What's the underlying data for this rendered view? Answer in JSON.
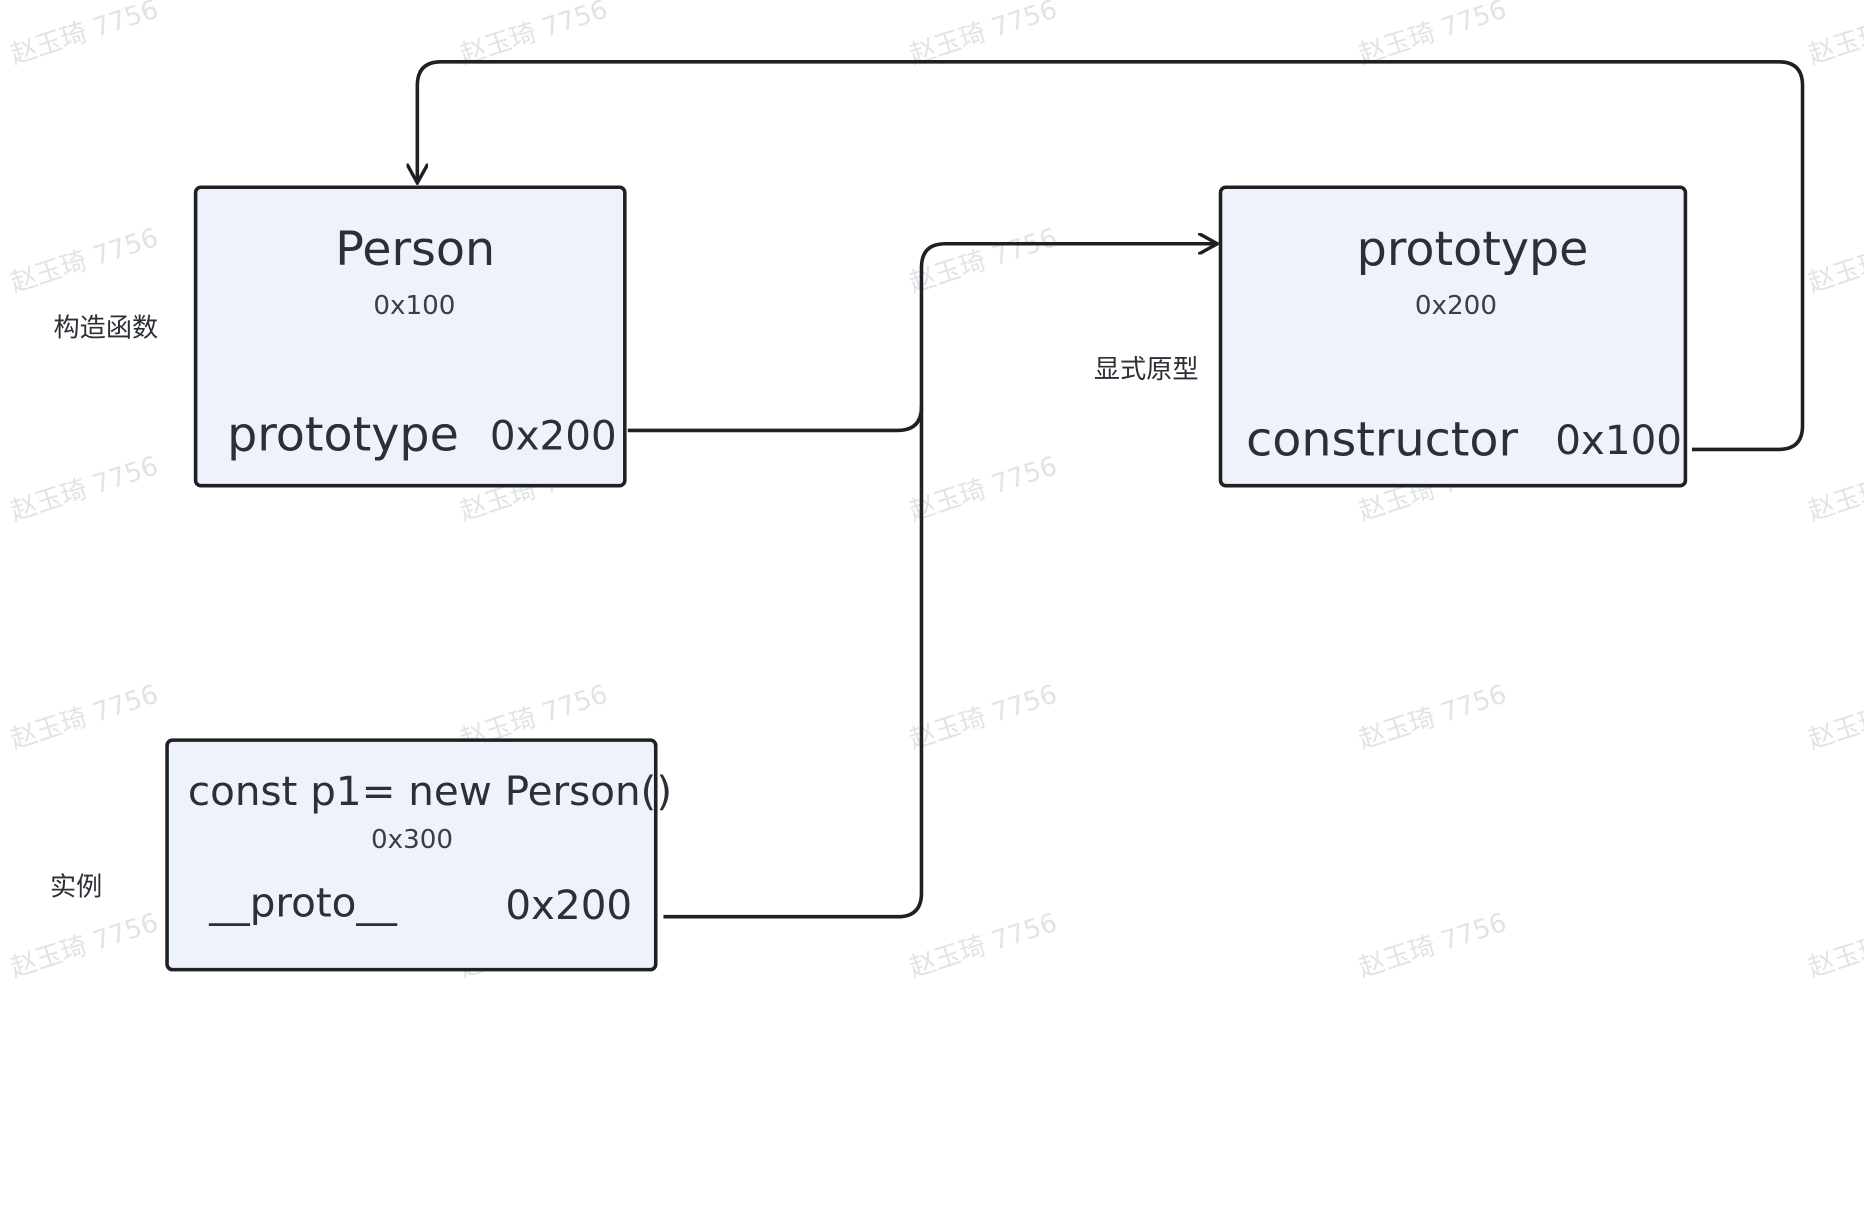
{
  "watermark": "赵玉琦 7756",
  "labels": {
    "constructor_fn": "构造函数",
    "explicit_proto": "显式原型",
    "instance": "实例"
  },
  "person_box": {
    "title": "Person",
    "address": "0x100",
    "field_name": "prototype",
    "field_value": "0x200"
  },
  "prototype_box": {
    "title": "prototype",
    "address": "0x200",
    "field_name": "constructor",
    "field_value": "0x100"
  },
  "instance_box": {
    "title": "const p1= new Person()",
    "address": "0x300",
    "field_name": "__proto__",
    "field_value": "0x200"
  },
  "colors": {
    "box_fill": "#eef2fb",
    "stroke": "#1f2024"
  }
}
